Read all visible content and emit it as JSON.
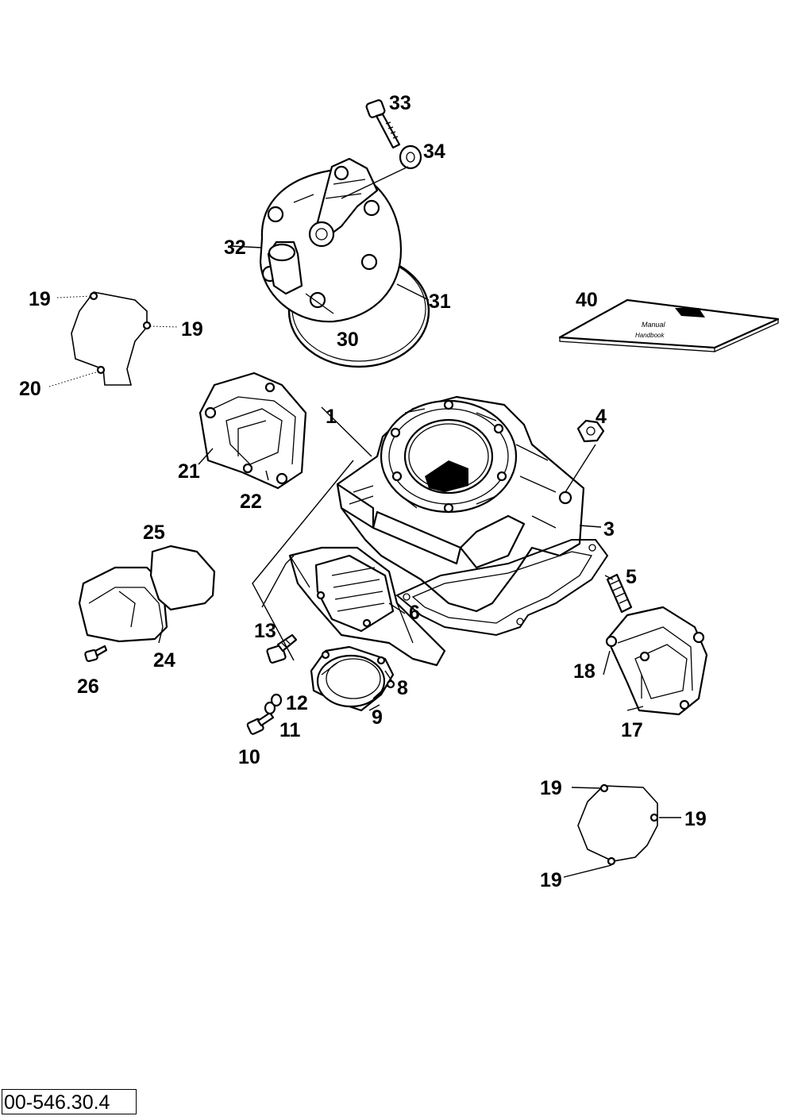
{
  "drawing_code": "00-546.30.4",
  "labels": {
    "p1": "1",
    "p3": "3",
    "p4": "4",
    "p5": "5",
    "p6": "6",
    "p8": "8",
    "p9": "9",
    "p10": "10",
    "p11": "11",
    "p12": "12",
    "p13": "13",
    "p17": "17",
    "p18": "18",
    "p19a": "19",
    "p19b": "19",
    "p19c": "19",
    "p19d": "19",
    "p19e": "19",
    "p20": "20",
    "p21": "21",
    "p22": "22",
    "p24": "24",
    "p25": "25",
    "p26": "26",
    "p30": "30",
    "p31": "31",
    "p32": "32",
    "p33": "33",
    "p34": "34",
    "p40": "40"
  }
}
